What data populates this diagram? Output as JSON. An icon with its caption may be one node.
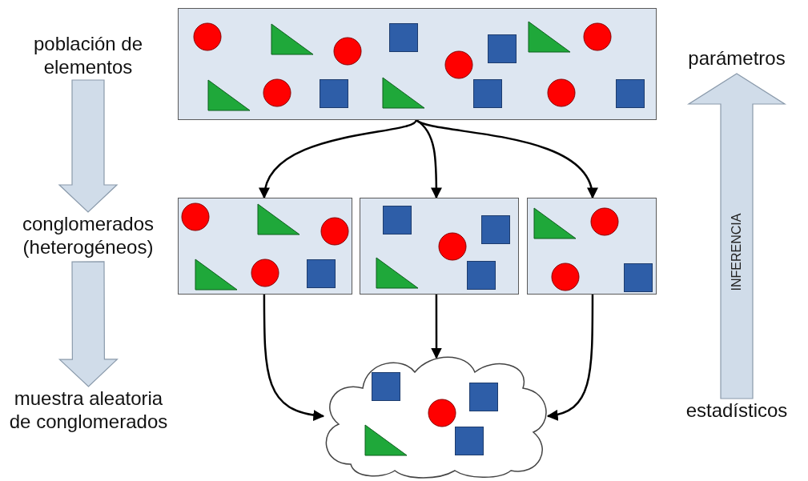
{
  "diagram": {
    "nodes": [
      {
        "text": [
          "población de elementos"
        ]
      },
      {
        "text": [],
        "shape": "box"
      },
      {
        "text": [
          "parámetros"
        ]
      },
      {
        "text": [
          "conglomerados (heterogéneos)"
        ]
      },
      {
        "text": [],
        "shape": "box"
      },
      {
        "text": [],
        "shape": "box"
      },
      {
        "text": [],
        "shape": "box"
      },
      {
        "text": [
          "muestra aleatoria de conglomerados"
        ]
      },
      {
        "text": [],
        "shape": "cloud"
      },
      {
        "text": [
          "estadísticos"
        ]
      }
    ],
    "edges": [
      {
        "from": 0,
        "to": 3,
        "arrow": "to",
        "style": "thick"
      },
      {
        "from": 3,
        "to": 7,
        "arrow": "to",
        "style": "thick"
      },
      {
        "from": 1,
        "to": 4,
        "arrow": "to"
      },
      {
        "from": 1,
        "to": 5,
        "arrow": "to"
      },
      {
        "from": 1,
        "to": 6,
        "arrow": "to"
      },
      {
        "from": 4,
        "to": 8,
        "arrow": "to"
      },
      {
        "from": 5,
        "to": 8,
        "arrow": "to"
      },
      {
        "from": 6,
        "to": 8,
        "arrow": "to"
      },
      {
        "from": 9,
        "to": 2,
        "arrow": "to",
        "label": "INFERENCIA",
        "style": "thick"
      }
    ]
  }
}
